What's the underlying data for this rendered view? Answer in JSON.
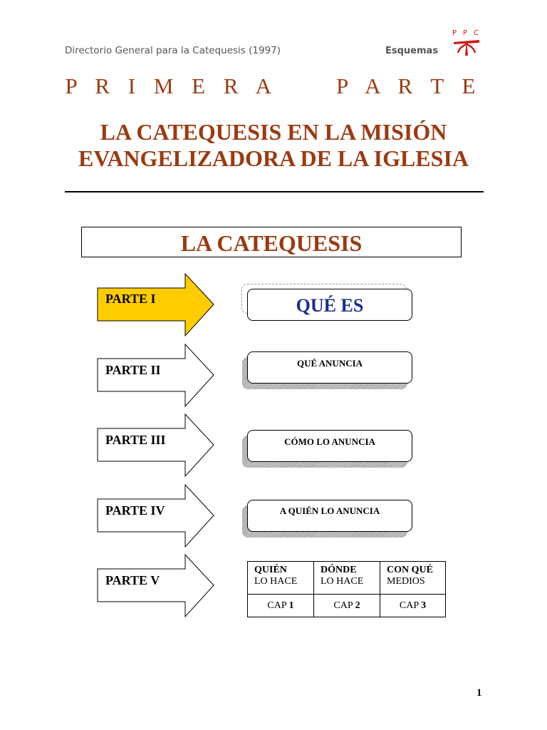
{
  "header": {
    "left": "Directorio General para la Catequesis (1997)",
    "right": "Esquemas",
    "logo_text": "PPC"
  },
  "part_title": "P R I M E R A     P A R T E",
  "main_title_line1": "LA CATEQUESIS EN LA MISIÓN",
  "main_title_line2": "EVANGELIZADORA DE LA IGLESIA",
  "catequesis_box": "LA CATEQUESIS",
  "parts": [
    {
      "label": "PARTE I",
      "box": "QUÉ ES"
    },
    {
      "label": "PARTE II",
      "box": "QUÉ ANUNCIA"
    },
    {
      "label": "PARTE III",
      "box": "CÓMO LO ANUNCIA"
    },
    {
      "label": "PARTE IV",
      "box": "A QUIÉN LO ANUNCIA"
    },
    {
      "label": "PARTE V"
    }
  ],
  "table": {
    "headers": [
      {
        "bold": "QUIÉN",
        "sub": "LO HACE"
      },
      {
        "bold": "DÓNDE",
        "sub": "LO HACE"
      },
      {
        "bold": "CON QUÉ",
        "sub": "MEDIOS"
      }
    ],
    "caps": [
      {
        "prefix": "CAP ",
        "num": "1"
      },
      {
        "prefix": "CAP ",
        "num": "2"
      },
      {
        "prefix": "CAP ",
        "num": "3"
      }
    ]
  },
  "page_number": "1",
  "colors": {
    "title": "#9b3a10",
    "highlight_arrow": "#ffcc00",
    "que_es_text": "#1a2f8a",
    "logo_red": "#cc1a14"
  }
}
